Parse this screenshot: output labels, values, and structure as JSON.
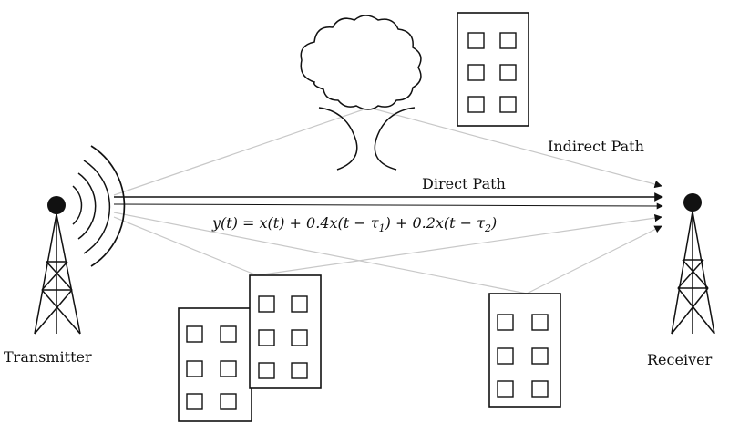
{
  "labels": {
    "transmitter": "Transmitter",
    "receiver": "Receiver",
    "direct_path": "Direct Path",
    "indirect_path": "Indirect Path"
  },
  "equation": {
    "lhs": "y(t) = x(t) + 0.4x(t − τ",
    "sub1": "1",
    "mid": ") + 0.2x(t − τ",
    "sub2": "2",
    "end": ")"
  },
  "icons": [
    "transmitter-tower-icon",
    "receiver-tower-icon",
    "tree-icon",
    "building-icon",
    "radio-wave-icon"
  ],
  "colors": {
    "lines": "#111111",
    "reflected_paths": "#c8c8c8"
  }
}
